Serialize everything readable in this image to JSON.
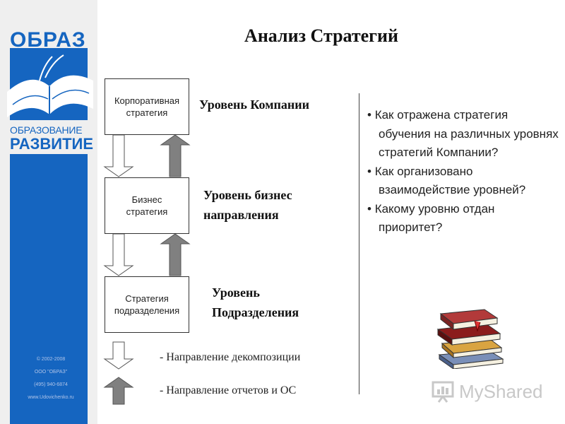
{
  "brand": {
    "name": "ОБРАЗ",
    "sub1": "ОБРАЗОВАНИЕ",
    "sub2": "РАЗВИТИЕ",
    "copyright": [
      "© 2002-2008",
      "ООО \"ОБРАЗ\"",
      "(495) 940-6874",
      "www.Udovichenko.ru"
    ]
  },
  "title": "Анализ Стратегий",
  "boxes": [
    "Корпоративная\nстратегия",
    "Бизнес\nстратегия",
    "Стратегия\nподразделения"
  ],
  "levels": [
    "Уровень Компании",
    "Уровень бизнес\nнаправления",
    "Уровень\nПодразделения"
  ],
  "legend": [
    "- Направление декомпозиции",
    "- Направление отчетов и ОС"
  ],
  "questions": [
    "Как отражена стратегия обучения на различных уровнях стратегий Компании?",
    "Как организовано взаимодействие уровней?",
    "Какому уровню отдан приоритет?"
  ],
  "watermark": "MyShared",
  "colors": {
    "brand_blue": "#1565c0",
    "arrow_gray": "#808080"
  }
}
